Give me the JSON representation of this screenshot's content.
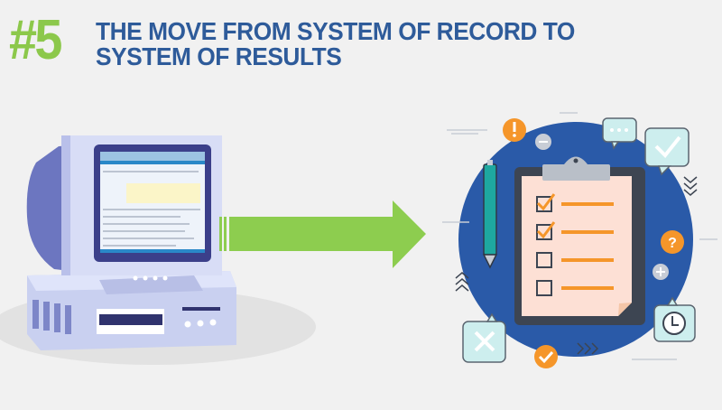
{
  "slide": {
    "number": "#5",
    "title_line1": "THE MOVE FROM SYSTEM OF RECORD TO",
    "title_line2": "SYSTEM OF RESULTS"
  },
  "colors": {
    "number": "#8cc84b",
    "title": "#2e5b9a",
    "arrow": "#8dcd4f",
    "circle": "#2a5aa8",
    "accent_orange": "#f5962a"
  },
  "checklist": {
    "items": [
      {
        "checked": true
      },
      {
        "checked": true
      },
      {
        "checked": false
      },
      {
        "checked": false
      }
    ]
  },
  "icons": [
    "computer-icon",
    "arrow-right-icon",
    "clipboard-icon",
    "pen-icon",
    "alert-icon",
    "question-icon",
    "chat-bubble-icon",
    "check-bubble-icon",
    "close-bubble-icon",
    "clock-bubble-icon",
    "plus-icon",
    "minus-icon",
    "check-circle-icon"
  ]
}
